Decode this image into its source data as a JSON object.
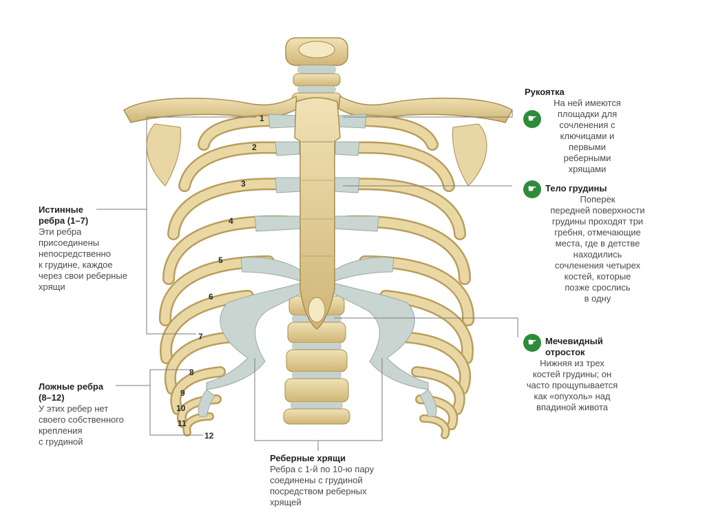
{
  "annotations": {
    "manubrium": {
      "title": "Рукоятка",
      "text": "На ней имеются\nплощадки для\nсочленения с\nключицами и\nпервыми реберными\nхрящами"
    },
    "body": {
      "title": "Тело грудины",
      "text": "Поперек\nпередней поверхности\nгрудины проходят три\nгребня, отмечающие\nместа, где в детстве\nнаходились\nсочленения четырех\nкостей, которые\nпозже срослись\nв одну"
    },
    "xiphoid": {
      "title": "Мечевидный\nотросток",
      "text": "Нижняя из трех\nкостей грудины; он\nчасто прощупывается\nкак «опухоль» над\nвпадиной живота"
    },
    "true_ribs": {
      "title": "Истинные\nребра (1–7)",
      "text": "Эти ребра\nприсоединены\nнепосредственно\nк грудине, каждое\nчерез свои реберные\nхрящи"
    },
    "false_ribs": {
      "title": "Ложные ребра\n(8–12)",
      "text": "У этих ребер нет\nсвоего собственного\nкрепления\nс грудиной"
    },
    "cartilage": {
      "title": "Реберные хрящи",
      "text": "Ребра с 1-й по 10-ю пару\nсоединены с грудиной\nпосредством реберных\nхрящей"
    }
  },
  "rib_numbers": [
    "1",
    "2",
    "3",
    "4",
    "5",
    "6",
    "7",
    "8",
    "9",
    "10",
    "11",
    "12"
  ],
  "icons": {
    "info": "hand-icon"
  },
  "colors": {
    "bone": "#e3cf98",
    "bone_dark": "#b99d5c",
    "cartilage": "#c5d2cf",
    "accent": "#2e8b3a",
    "leader": "#7a7a7a"
  }
}
